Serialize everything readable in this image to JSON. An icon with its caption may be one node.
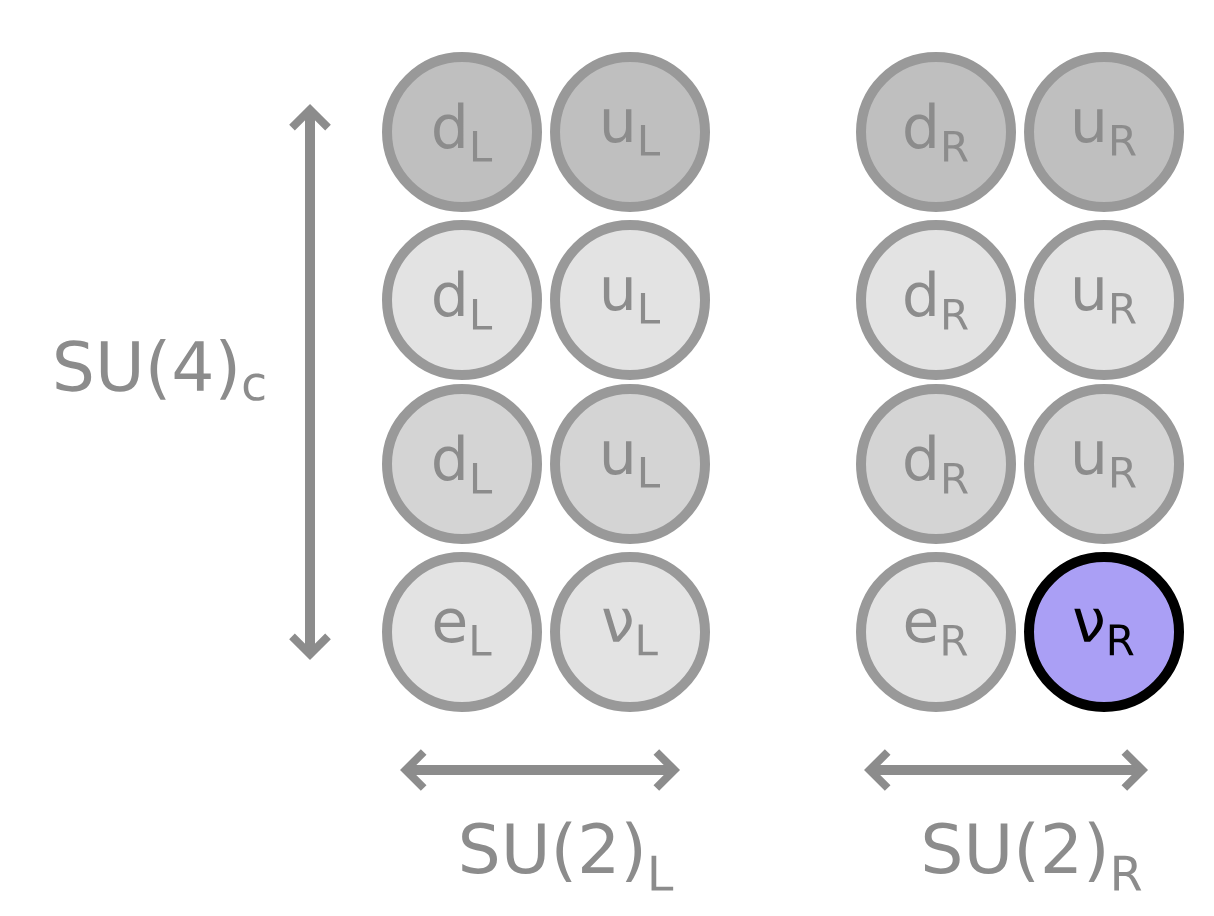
{
  "diagram": {
    "nodes": [
      {
        "text": [
          "d$_{L}$"
        ]
      },
      {
        "text": [
          "u$_{L}$"
        ]
      },
      {
        "text": [
          "d$_{R}$"
        ]
      },
      {
        "text": [
          "u$_{R}$"
        ]
      },
      {
        "text": [
          "d$_{L}$"
        ]
      },
      {
        "text": [
          "u$_{L}$"
        ]
      },
      {
        "text": [
          "d$_{R}$"
        ]
      },
      {
        "text": [
          "u$_{R}$"
        ]
      },
      {
        "text": [
          "d$_{L}$"
        ]
      },
      {
        "text": [
          "u$_{L}$"
        ]
      },
      {
        "text": [
          "d$_{R}$"
        ]
      },
      {
        "text": [
          "u$_{R}$"
        ]
      },
      {
        "text": [
          "e$_{L}$"
        ]
      },
      {
        "text": [
          "ν$_{L}$"
        ]
      },
      {
        "text": [
          "e$_{R}$"
        ]
      },
      {
        "text": [
          "ν$_{R}$"
        ]
      }
    ],
    "edges": [],
    "labels": [
      "SU(4)$_{c}$",
      "SU(2)$_{L}$",
      "SU(2)$_{R}$"
    ]
  }
}
